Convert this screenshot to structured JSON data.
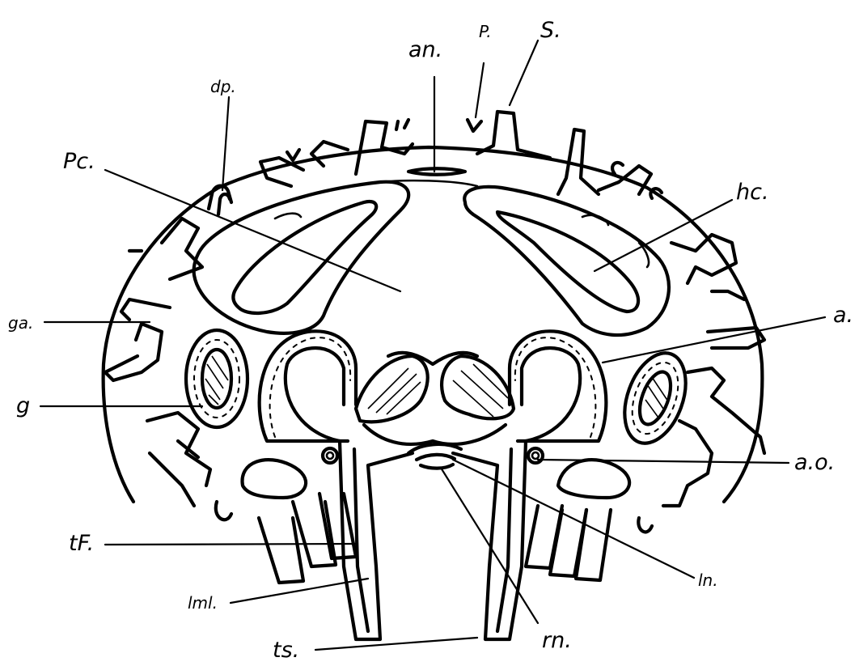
{
  "labels": {
    "an": "an.",
    "p": "P.",
    "s": "S.",
    "dp": "dp.",
    "pc": "Pc.",
    "hc": "hc.",
    "ga": "ga.",
    "a": "a.",
    "g": "g",
    "ao": "a.o.",
    "tf": "tF.",
    "ln": "ln.",
    "lml": "lml.",
    "rn": "rn.",
    "ts": "ts."
  }
}
